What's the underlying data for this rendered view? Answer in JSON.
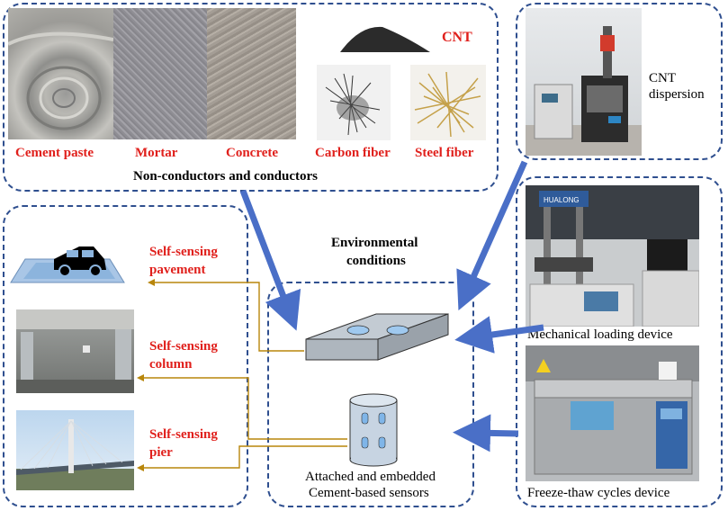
{
  "materials": {
    "cnt": "CNT",
    "cement_paste": "Cement paste",
    "mortar": "Mortar",
    "concrete": "Concrete",
    "carbon_fiber": "Carbon fiber",
    "steel_fiber": "Steel fiber",
    "caption": "Non-conductors and conductors"
  },
  "cnt_dispersion": {
    "line1": "CNT",
    "line2": "dispersion"
  },
  "environmental": {
    "line1": "Environmental",
    "line2": "conditions"
  },
  "applications": {
    "pavement": {
      "line1": "Self-sensing",
      "line2": "pavement"
    },
    "column": {
      "line1": "Self-sensing",
      "line2": "column"
    },
    "pier": {
      "line1": "Self-sensing",
      "line2": "pier"
    }
  },
  "devices": {
    "mechanical": "Mechanical loading device",
    "freeze_thaw": "Freeze-thaw cycles device",
    "mechanical_brand": "HUALONG"
  },
  "sensors": {
    "line1": "Attached and embedded",
    "line2": "Cement-based sensors"
  },
  "colors": {
    "red_label": "#e0201c",
    "dashed_border": "#2f4f8f",
    "arrow": "#4a6fc7",
    "leader": "#b8860b"
  }
}
